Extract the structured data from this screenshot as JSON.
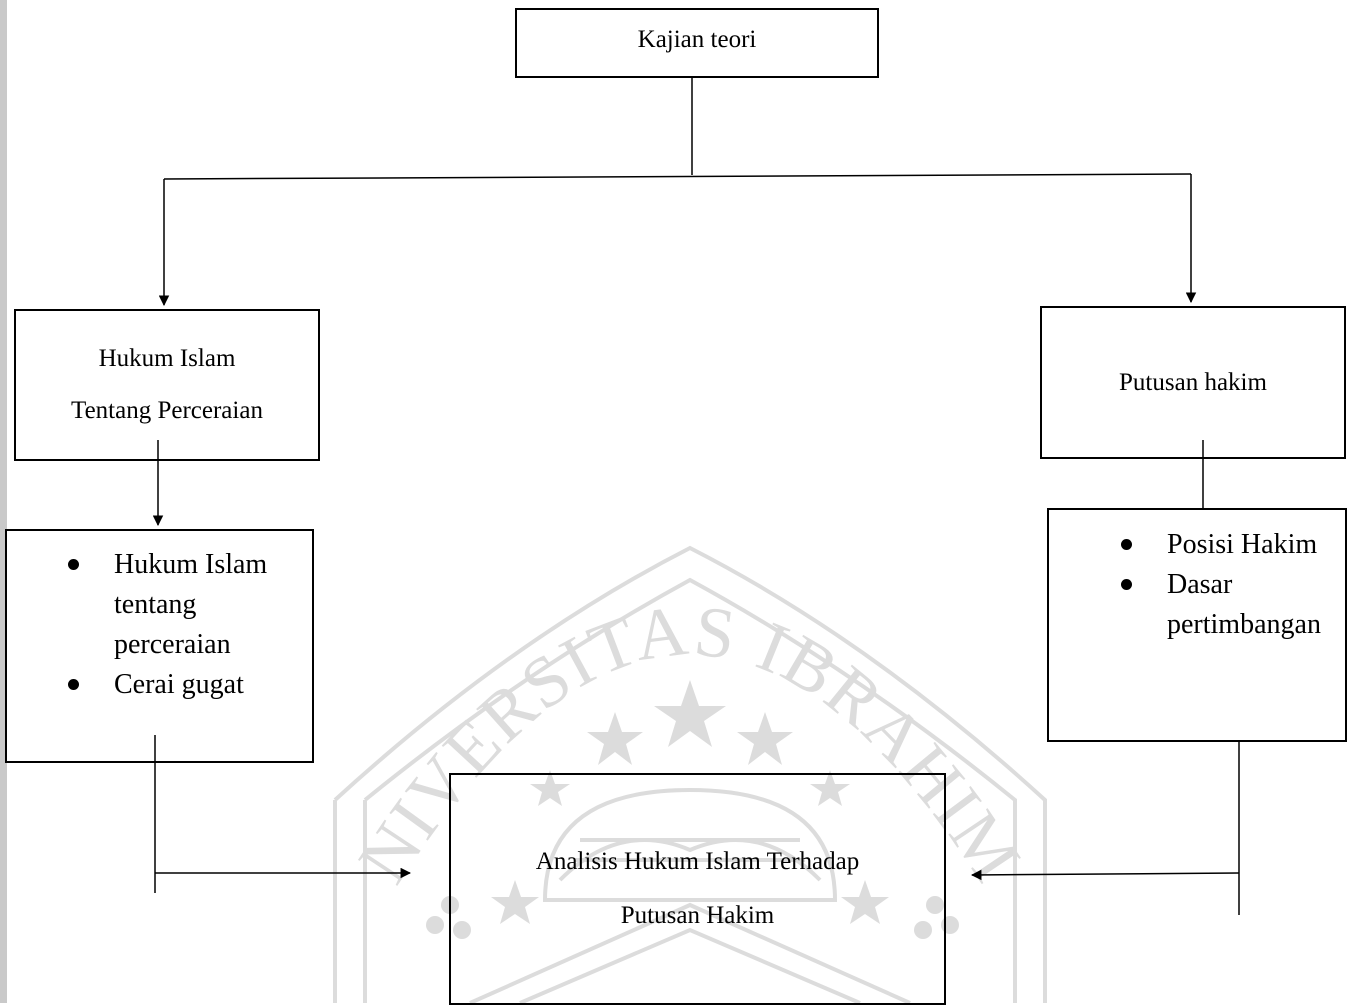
{
  "diagram": {
    "top_box": {
      "label": "Kajian teori"
    },
    "left_box": {
      "line1": "Hukum Islam",
      "line2": "Tentang Perceraian"
    },
    "right_box": {
      "label": "Putusan hakim"
    },
    "left_list": {
      "items": [
        "Hukum Islam tentang perceraian",
        "Cerai gugat"
      ]
    },
    "right_list": {
      "items": [
        "Posisi Hakim",
        "Dasar pertimbangan"
      ]
    },
    "bottom_box": {
      "line1": "Analisis Hukum Islam Terhadap",
      "line2": "Putusan Hakim"
    }
  },
  "watermark": {
    "text": "UNIVERSITAS IBRAHIMY",
    "color": "#dcdcdc"
  },
  "colors": {
    "line": "#000000",
    "page_edge": "#c9c9c9"
  }
}
